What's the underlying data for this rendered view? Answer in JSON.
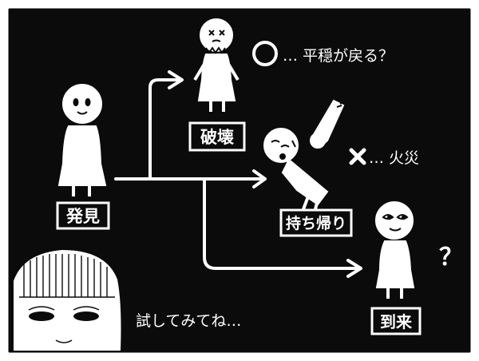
{
  "labels": {
    "discovery": "発見",
    "destroy": "破壊",
    "take_home": "持ち帰り",
    "arrival": "到来"
  },
  "outcomes": {
    "destroy_mark": "〇",
    "destroy_text": "… 平穏が戻る？",
    "take_home_mark": "✕",
    "take_home_text": "… 火災",
    "arrival_text": "？"
  },
  "speech": "試してみてね…",
  "colors": {
    "background": "#0b0b0b",
    "ink": "#ffffff",
    "frame": "#ffffff"
  }
}
